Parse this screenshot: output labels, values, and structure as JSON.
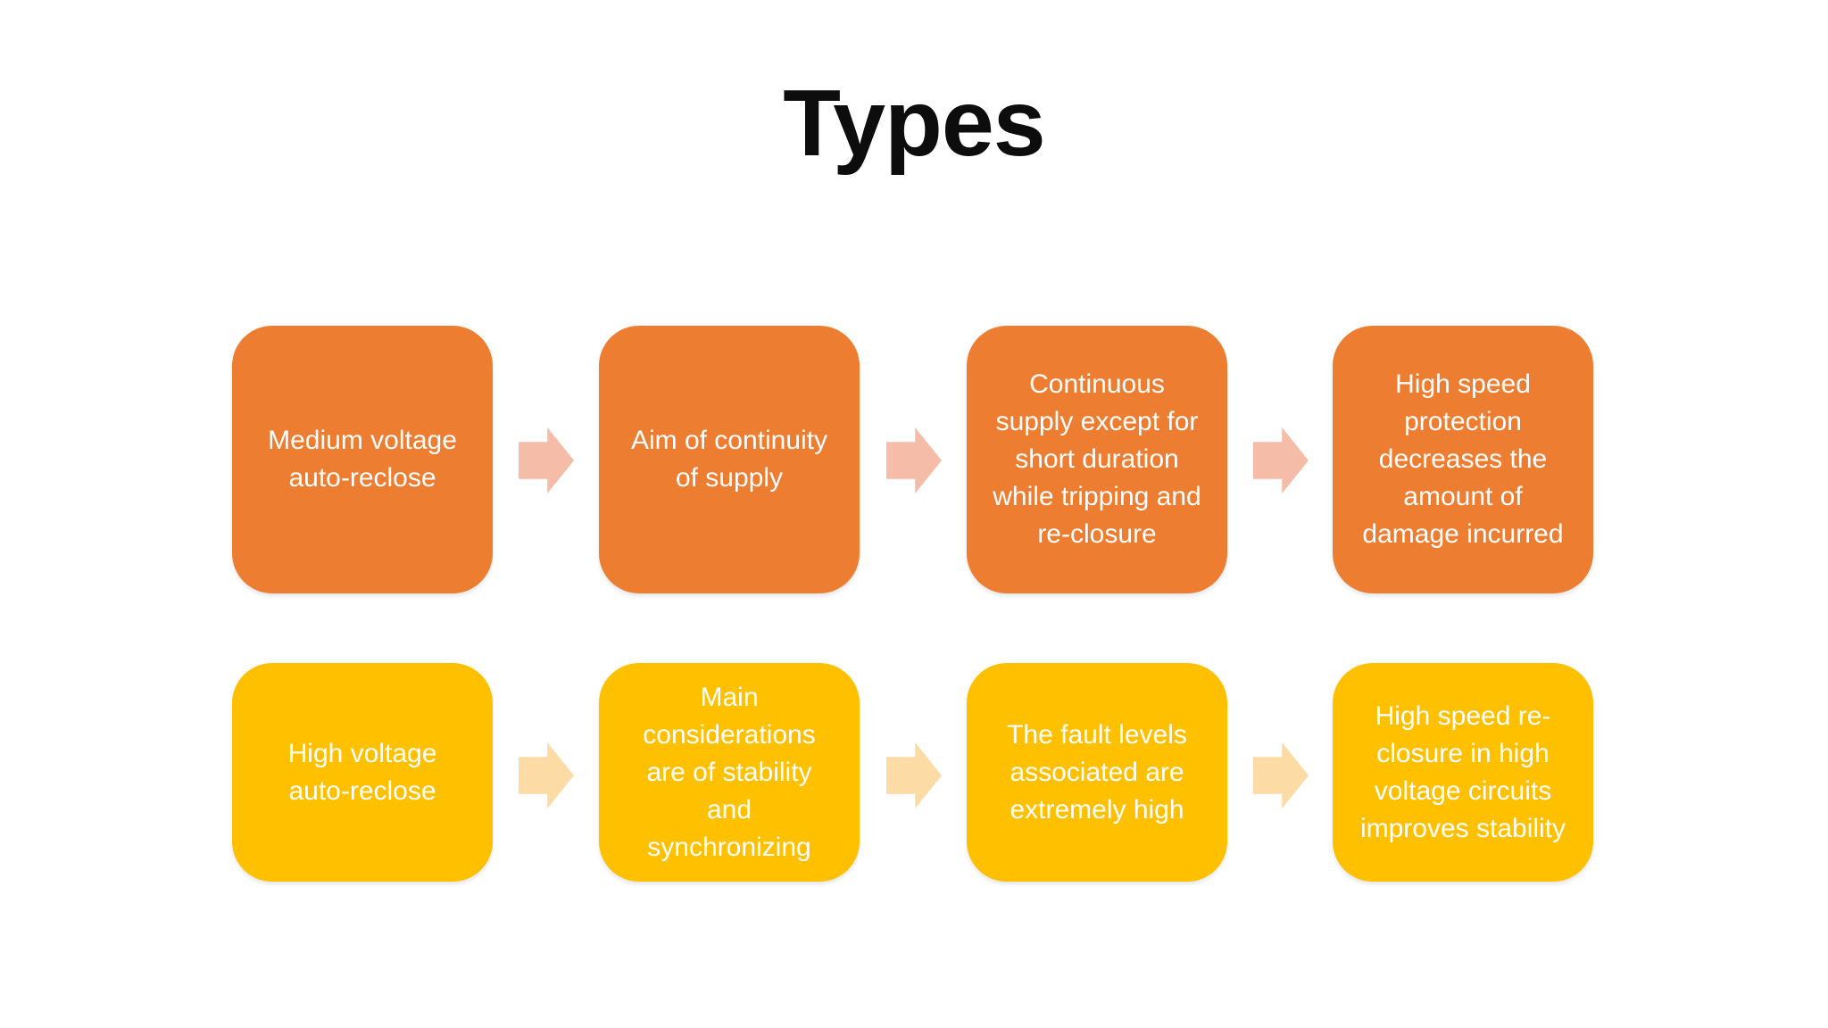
{
  "title": "Types",
  "colors": {
    "background": "#FFFFFF",
    "title-text": "#0D0D0D",
    "box-text": "#FFFFFF",
    "row1-box": "#ED7D31",
    "row2-box": "#FFC000",
    "row1-arrow": "#F5BCA8",
    "row2-arrow": "#FCDBA5"
  },
  "rows": [
    {
      "boxes": [
        "Medium voltage auto-reclose",
        "Aim of continuity of supply",
        "Continuous supply except for short duration while tripping and re-closure",
        "High speed protection decreases the amount of damage incurred"
      ]
    },
    {
      "boxes": [
        "High voltage auto-reclose",
        "Main considerations are of stability and synchronizing",
        "The fault levels associated are extremely high",
        "High speed re-closure in high voltage circuits improves stability"
      ]
    }
  ]
}
